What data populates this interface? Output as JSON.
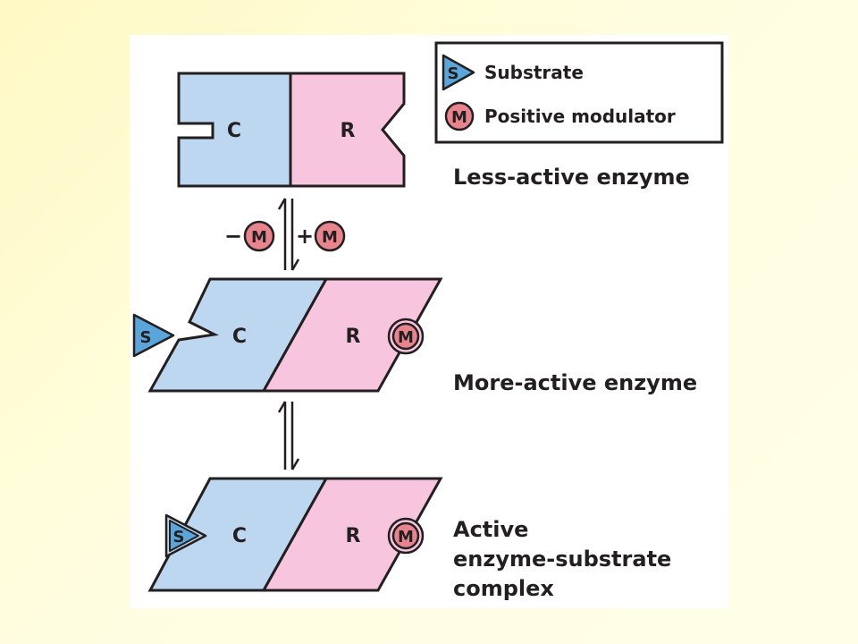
{
  "legend": {
    "substrate_symbol": "S",
    "substrate_label": "Substrate",
    "modulator_symbol": "M",
    "modulator_label": "Positive modulator"
  },
  "states": [
    {
      "name": "Less-active enzyme"
    },
    {
      "name": "More-active enzyme"
    },
    {
      "lines": [
        "Active",
        "enzyme-substrate",
        "complex"
      ]
    }
  ],
  "subunits": {
    "catalytic": "C",
    "regulatory": "R"
  },
  "transition": {
    "minus": "−",
    "plus": "+",
    "modulator_symbol": "M"
  },
  "colors": {
    "catalytic_fill": "#bcd7ef",
    "regulatory_fill": "#f8c5df",
    "substrate_fill": "#5aa5d9",
    "modulator_fill": "#e8848e",
    "outline": "#231f20"
  }
}
